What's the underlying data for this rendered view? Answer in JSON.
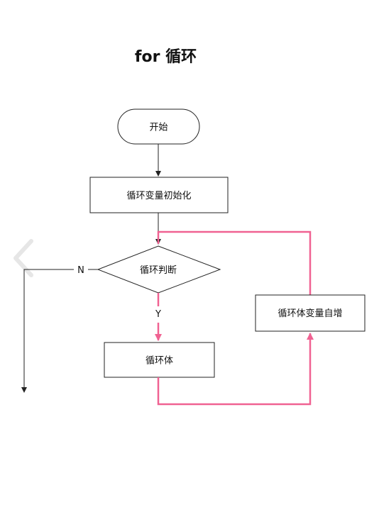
{
  "title": "for 循环",
  "nodes": {
    "start": "开始",
    "init": "循环变量初始化",
    "condition": "循环判断",
    "body": "循环体",
    "increment": "循环体变量自增"
  },
  "edge_labels": {
    "no": "N",
    "yes": "Y"
  },
  "colors": {
    "loop_path": "#f06292",
    "stroke": "#222222"
  },
  "icons": {
    "back": "chevron-left-icon"
  }
}
